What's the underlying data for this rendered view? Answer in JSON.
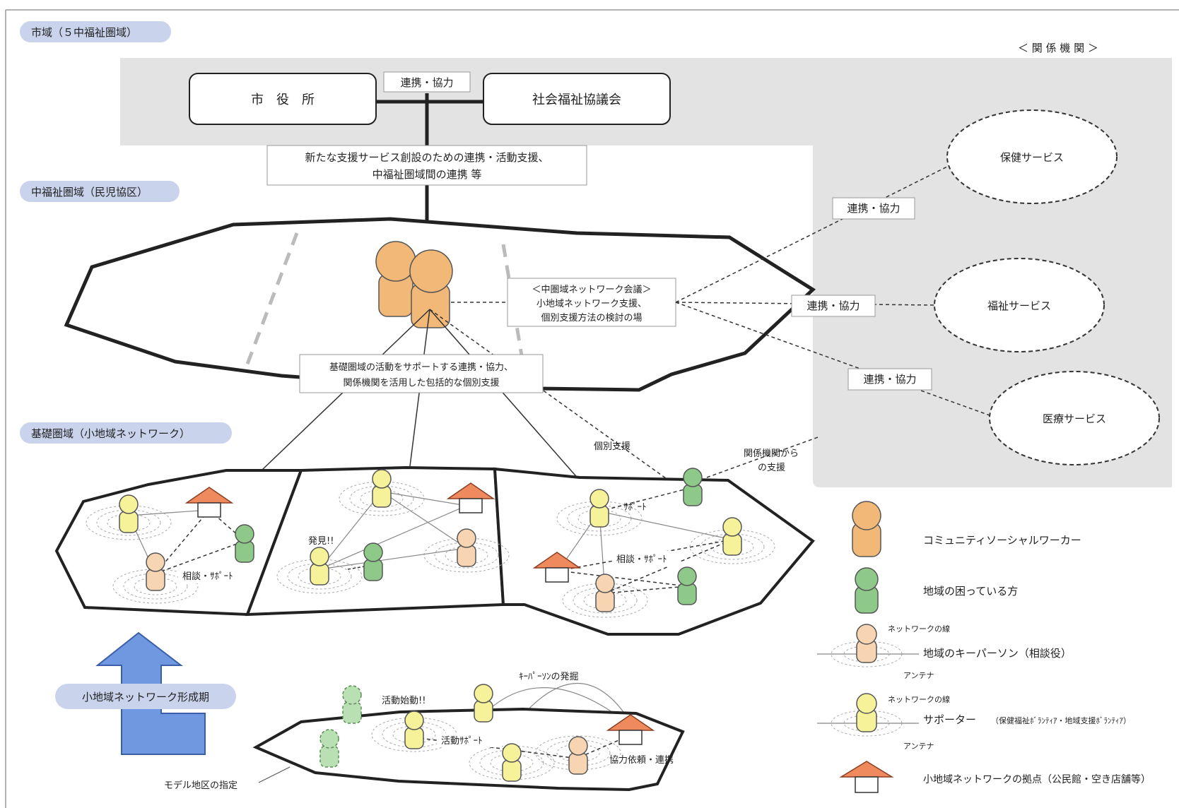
{
  "zones": {
    "city": "市域（５中福祉圏域）",
    "middle": "中福祉圏域（民児協区）",
    "basic": "基礎圏域（小地域ネットワーク）",
    "formation": "小地域ネットワーク形成期"
  },
  "top": {
    "related_orgs": "＜ 関 係 機 関 ＞",
    "city_hall": "市　役　所",
    "social_welfare": "社会福祉協議会",
    "cooperation": "連携・協力",
    "support_line1": "新たな支援サービス創設のための連携・活動支援、",
    "support_line2": "中福祉圏域間の連携 等"
  },
  "middle_box": {
    "line1": "＜中圏域ネットワーク会議＞",
    "line2": "小地域ネットワーク支援、",
    "line3": "個別支援方法の検討の場"
  },
  "basic_box": {
    "line1": "基礎圏域の活動をサポートする連携・協力、",
    "line2": "関係機関を活用した包括的な個別支援"
  },
  "services": {
    "health": "保健サービス",
    "welfare": "福祉サービス",
    "medical": "医療サービス"
  },
  "links": {
    "coop1": "連携・協力",
    "coop2": "連携・協力",
    "coop3": "連携・協力",
    "individual_support": "個別支援",
    "org_support_line1": "関係機関から",
    "org_support_line2": "の支援"
  },
  "network_labels": {
    "consult_support_1": "相談・ｻﾎﾟｰﾄ",
    "found": "発見!!",
    "support": "ｻﾎﾟｰﾄ",
    "consult_support_2": "相談・ｻﾎﾟｰﾄ"
  },
  "model": {
    "keyperson_discovery": "ｷｰﾊﾟｰｿﾝの発掘",
    "activity_start": "活動始動!!",
    "activity_support": "活動ｻﾎﾟｰﾄ",
    "coop_request": "協力依頼・連携",
    "model_district": "モデル地区の指定"
  },
  "legend": {
    "csw": "コミュニティソーシャルワーカー",
    "person_in_need": "地域の困っている方",
    "network_line_1": "ネットワークの線",
    "keyperson": "地域のキーパーソン（相談役）",
    "antenna_1": "アンテナ",
    "network_line_2": "ネットワークの線",
    "supporter": "サポーター",
    "supporter_note": "（保健福祉ﾎﾞﾗﾝﾃｨｱ・地域支援ﾎﾞﾗﾝﾃｨｱ）",
    "antenna_2": "アンテナ",
    "base": "小地域ネットワークの拠点（公民館・空き店舗等）"
  },
  "colors": {
    "csw": "#f2b877",
    "person_in_need": "#8fc98a",
    "keyperson": "#f7d5b3",
    "supporter": "#f6f29a",
    "house_roof": "#ee8a5e",
    "pill": "#c9d3ec",
    "related_bg": "#e3e3e3",
    "arrow": "#6f98e0"
  }
}
